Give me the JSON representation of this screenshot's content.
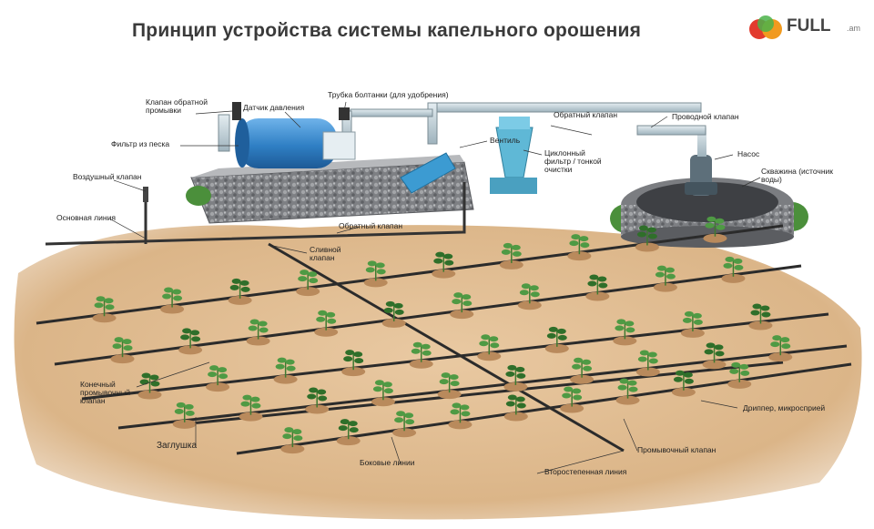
{
  "title": "Принцип устройства системы капельного орошения",
  "logo": {
    "text": "FULL",
    "sub": ".am"
  },
  "labels": {
    "check_valve": "Клапан обратной промывки",
    "pressure_sensor": "Датчик давления",
    "fertilizer_pipe": "Трубка болтанки (для удобрения)",
    "sand_filter": "Фильтр из песка",
    "air_valve": "Воздушный клапан",
    "main_line": "Основная линия",
    "injector": "Вентиль",
    "hydrocyclone": "Циклонный фильтр / тонкой очистки",
    "return_valve": "Обратный клапан",
    "return_valve_2": "Обратный клапан",
    "main_valve": "Проводной клапан",
    "pump": "Насос",
    "water_source": "Скважина (источник воды)",
    "drain_valve": "Сливной клапан",
    "end_flush_valve": "Конечный промывочный клапан",
    "plug": "Заглушка",
    "lateral_lines": "Боковые линии",
    "subline": "Второстепенная линия",
    "flush_valve": "Промывочный клапан",
    "dripper": "Дриппер, микросприей"
  },
  "colors": {
    "soil": "#d9b48a",
    "soil_dark": "#c89a6a",
    "tank": "#2f7fc4",
    "pipe": "#2b2b2b",
    "plant": "#3e8a3a",
    "stone": "#8d8f92",
    "water_pipe": "#c7d4da"
  },
  "icons": [
    "logo-badge-icon"
  ]
}
